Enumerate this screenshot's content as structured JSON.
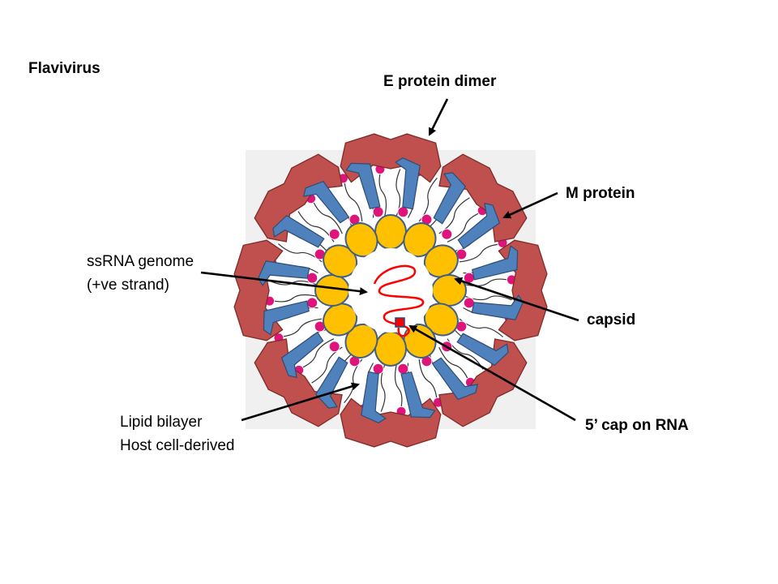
{
  "title": "Flavivirus",
  "labels": {
    "e_protein": "E protein dimer",
    "m_protein": "M protein",
    "ssrna_line1": "ssRNA genome",
    "ssrna_line2": "(+ve strand)",
    "capsid": "capsid",
    "lipid_line1": "Lipid bilayer",
    "lipid_line2": "Host cell-derived",
    "cap": "5’ cap on RNA"
  },
  "colors": {
    "e_protein": "#c0504d",
    "m_protein": "#4f81bd",
    "capsid": "#ffc000",
    "lipid_head": "#e0127b",
    "rna": "#ff0000",
    "backdrop": "#f0f0f0"
  }
}
